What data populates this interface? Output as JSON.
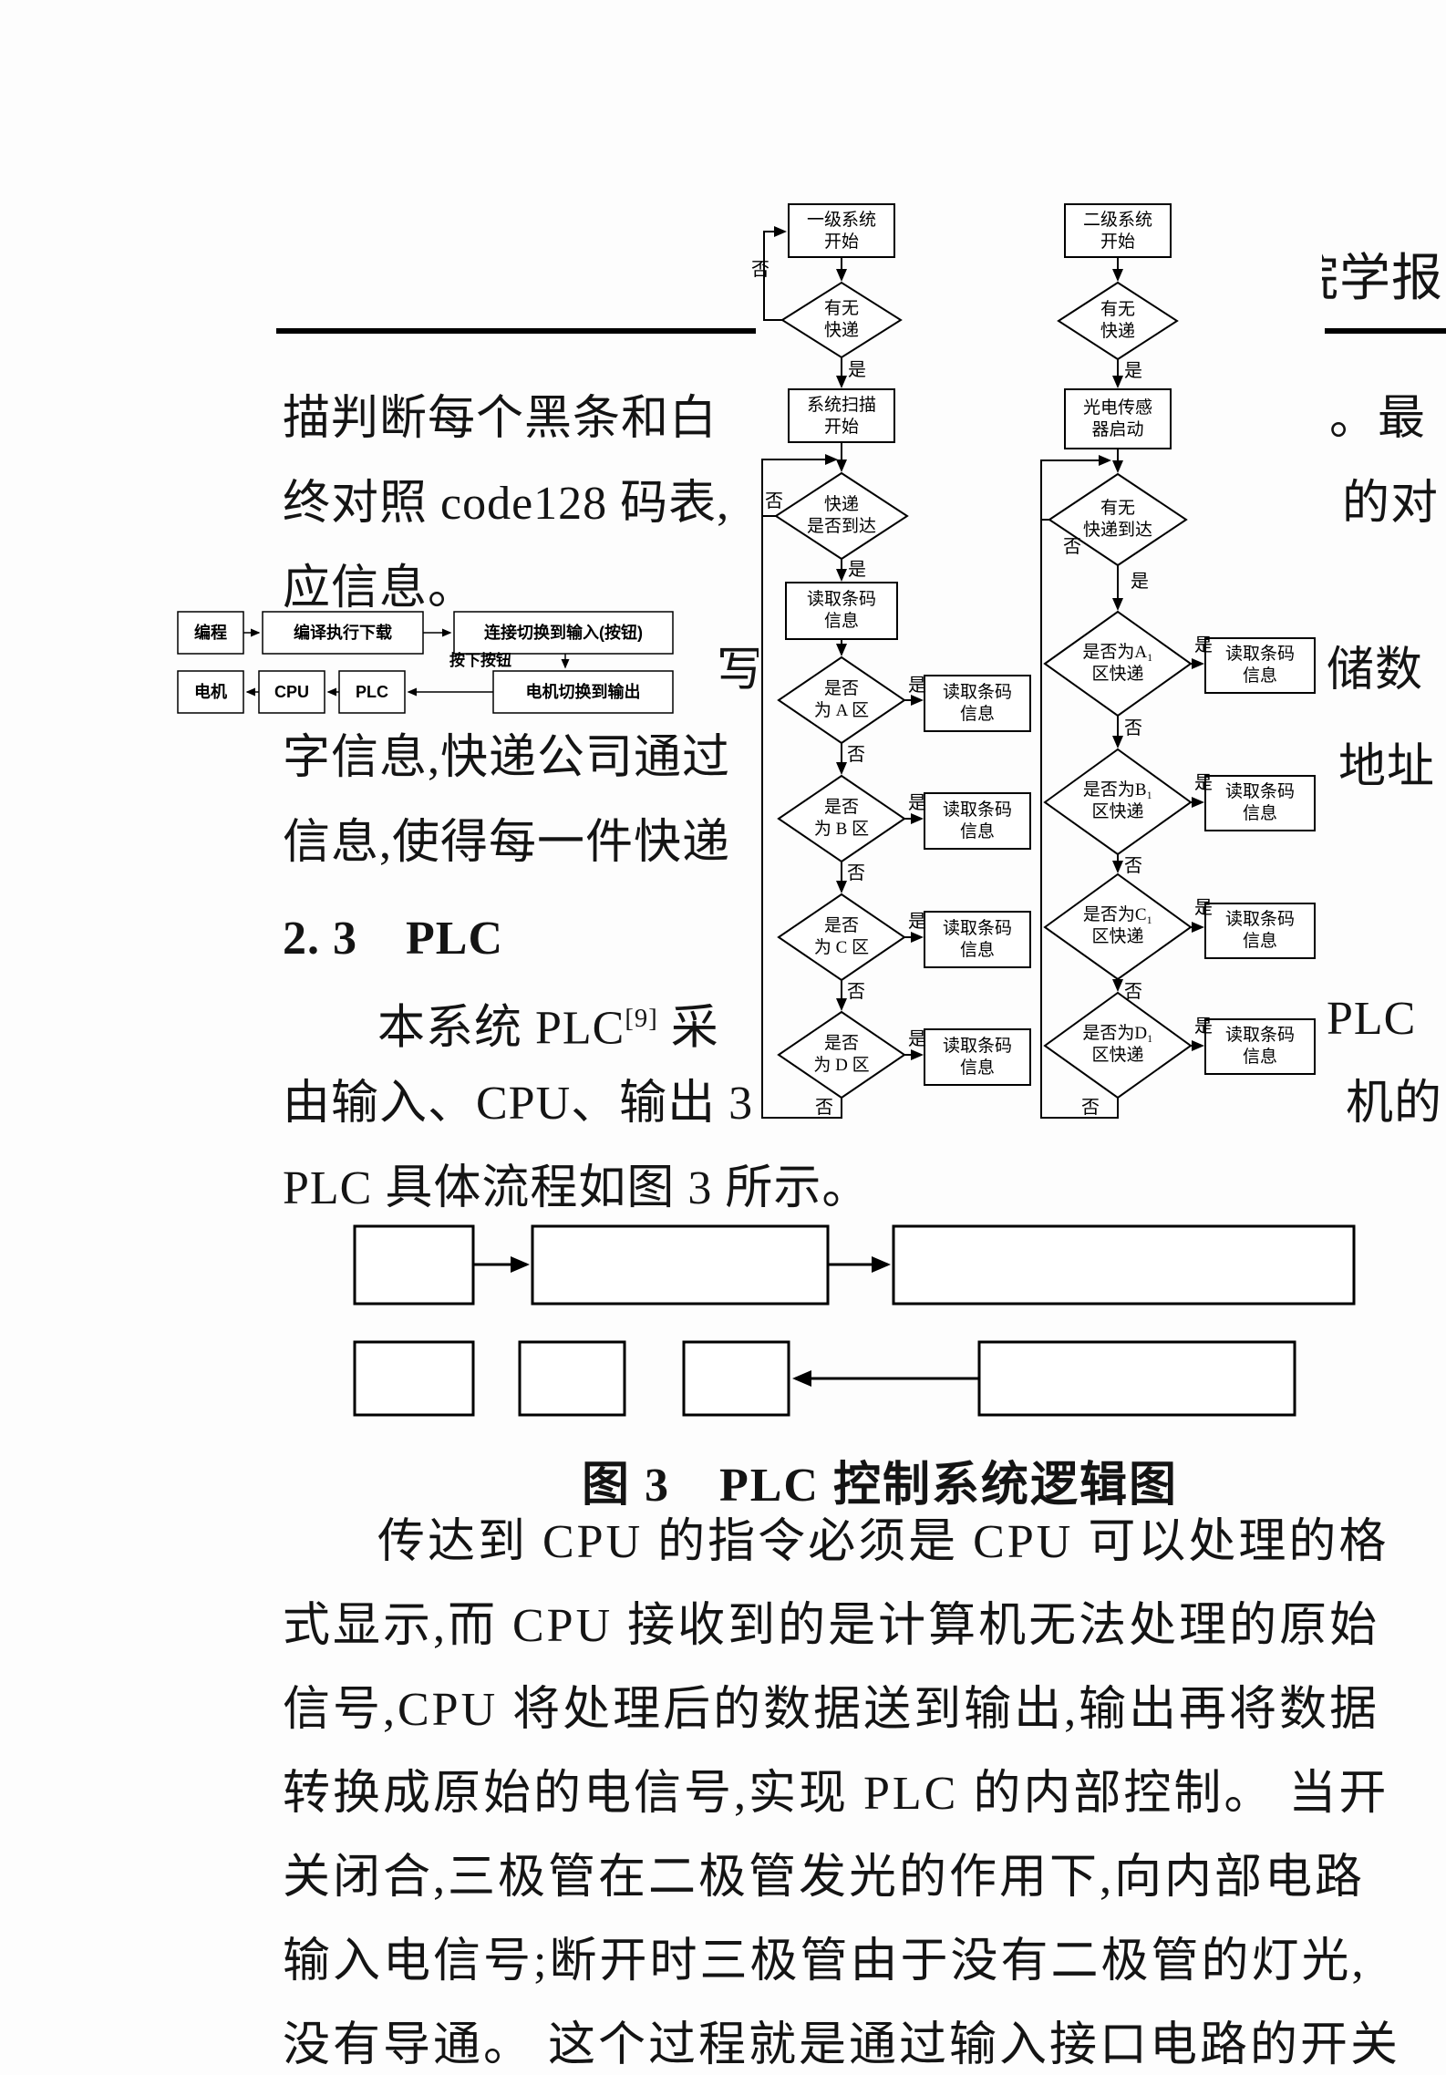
{
  "page": {
    "journal_header": "院学报",
    "section_heading": "2. 3　PLC",
    "figure_caption": "图 3　PLC 控制系统逻辑图"
  },
  "column_text": {
    "l1_left": "描判断每个黑条和白",
    "l1_right": "。最",
    "l2_left": "终对照 code128 码表,",
    "l2_right": "的对",
    "l3_left": "应信息。",
    "l4_left": "写",
    "l4_right": "储数",
    "l5_left": "字信息,快递公司通过",
    "l5_right": "地址",
    "l6_left": "信息,使得每一件快递",
    "l8_left": "本系统 PLC",
    "l8_sup": "[9]",
    "l8_tail": " 采",
    "l8_right": "PLC",
    "l9_left": "由输入、CPU、输出 3",
    "l9_right": "机的",
    "l10": "PLC 具体流程如图 3 所示。"
  },
  "paragraph": {
    "lines": [
      "传达到 CPU 的指令必须是 CPU 可以处理的格",
      "式显示,而 CPU 接收到的是计算机无法处理的原始",
      "信号,CPU 将处理后的数据送到输出,输出再将数据",
      "转换成原始的电信号,实现 PLC 的内部控制。 当开",
      "关闭合,三极管在二极管发光的作用下,向内部电路",
      "输入电信号;断开时三极管由于没有二极管的灯光,",
      "没有导通。 这个过程就是通过输入接口电路的开关"
    ]
  },
  "flowchart": {
    "yes": "是",
    "no": "否",
    "left": {
      "start": "一级系统\n开始",
      "check1": "有无\n快递",
      "scan": "系统扫描\n开始",
      "check2": "快递\n是否到达",
      "read": "读取条码\n信息",
      "branches": [
        {
          "cond": "是否\n为 A 区",
          "result": "读取条码\n信息"
        },
        {
          "cond": "是否\n为 B 区",
          "result": "读取条码\n信息"
        },
        {
          "cond": "是否\n为 C 区",
          "result": "读取条码\n信息"
        },
        {
          "cond": "是否\n为 D 区",
          "result": "读取条码\n信息"
        }
      ]
    },
    "right": {
      "start": "二级系统\n开始",
      "check1": "有无\n快递",
      "sensor": "光电传感\n器启动",
      "check2": "有无\n快递到达",
      "branches": [
        {
          "cond": "是否为A₁\n区快递",
          "result": "读取条码\n信息"
        },
        {
          "cond": "是否为B₁\n区快递",
          "result": "读取条码\n信息"
        },
        {
          "cond": "是否为C₁\n区快递",
          "result": "读取条码\n信息"
        },
        {
          "cond": "是否为D₁\n区快递",
          "result": "读取条码\n信息"
        }
      ]
    }
  },
  "plc_flow": {
    "program": "编程",
    "compile": "编译执行下载",
    "connect": "连接切换到输入(按钮)",
    "press": "按下按钮",
    "motor_out": "电机切换到输出",
    "plc": "PLC",
    "cpu": "CPU",
    "motor": "电机"
  }
}
